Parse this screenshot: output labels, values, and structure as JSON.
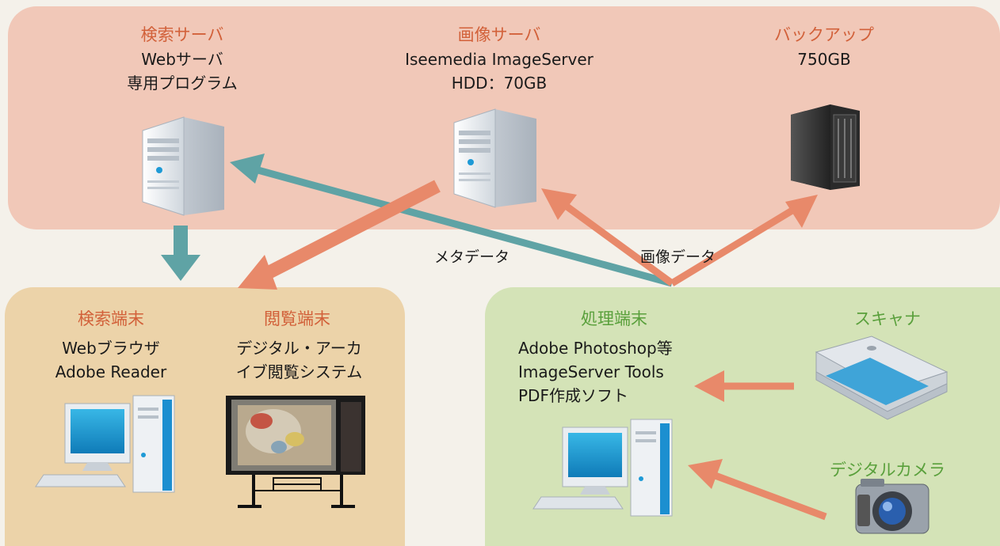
{
  "top": {
    "search_server": {
      "title": "検索サーバ",
      "lines": [
        "Webサーバ",
        "専用プログラム"
      ]
    },
    "image_server": {
      "title": "画像サーバ",
      "lines": [
        "Iseemedia ImageServer",
        "HDD：70GB"
      ]
    },
    "backup": {
      "title": "バックアップ",
      "lines": [
        "750GB"
      ]
    }
  },
  "bottom_left": {
    "search_terminal": {
      "title": "検索端末",
      "lines": [
        "Webブラウザ",
        "Adobe Reader"
      ]
    },
    "viewing_terminal": {
      "title": "閲覧端末",
      "lines": [
        "デジタル・アーカ",
        "イブ閲覧システム"
      ]
    }
  },
  "bottom_right": {
    "processing_terminal": {
      "title": "処理端末",
      "lines": [
        "Adobe Photoshop等",
        "ImageServer Tools",
        "PDF作成ソフト"
      ]
    },
    "scanner": {
      "title": "スキャナ"
    },
    "camera": {
      "title": "デジタルカメラ"
    }
  },
  "flow_labels": {
    "metadata": "メタデータ",
    "image_data": "画像データ"
  },
  "colors": {
    "teal": "#5fa3a5",
    "orange": "#e8896a",
    "top_bg": "#f1c8b8",
    "left_bg": "#ecd3a9",
    "right_bg": "#d4e3b7"
  }
}
